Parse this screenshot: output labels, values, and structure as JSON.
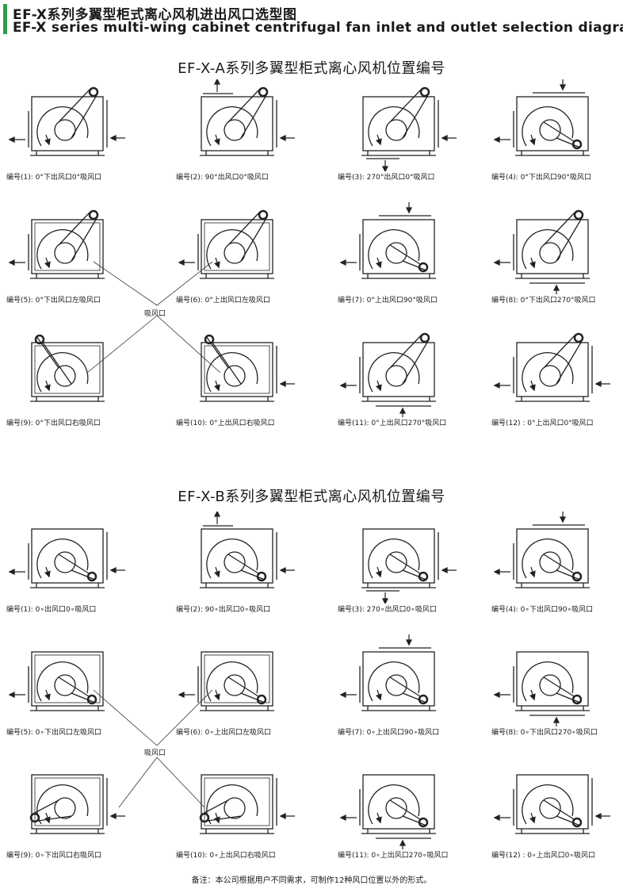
{
  "title_cn": "EF-X系列多翼型柜式离心风机进出风口选型图",
  "title_en": "EF-X series multi-wing cabinet centrifugal fan inlet and outlet selection diagram",
  "accent_color": "#2e9e4a",
  "sections": [
    {
      "title": "EF-X-A系列多翼型柜式离心风机位置编号",
      "suction_label": "吸风口",
      "cells": [
        {
          "caption": "编号(1): 0°下出风口0°吸风口",
          "outlet": "left",
          "inlet": "right",
          "pulley": "top-right",
          "tall": false
        },
        {
          "caption": "编号(2): 90°出风口0°吸风口",
          "outlet": "top",
          "inlet": "right",
          "pulley": "top-right",
          "tall": false
        },
        {
          "caption": "编号(3): 270°出风口0°吸风口",
          "outlet": "bottom",
          "inlet": "right",
          "pulley": "top-right",
          "tall": false
        },
        {
          "caption": "编号(4): 0°下出风口90°吸风口",
          "outlet": "left",
          "inlet": "top",
          "pulley": "bottom-right",
          "tall": false
        },
        {
          "caption": "编号(5): 0°下出风口左吸风口",
          "outlet": "left",
          "inlet": "none",
          "pulley": "top-right",
          "tall": true
        },
        {
          "caption": "编号(6): 0°上出风口左吸风口",
          "outlet": "left",
          "inlet": "none",
          "pulley": "top-right",
          "tall": true
        },
        {
          "caption": "编号(7): 0°上出风口90°吸风口",
          "outlet": "left",
          "inlet": "top",
          "pulley": "bottom-right",
          "tall": false
        },
        {
          "caption": "编号(8): 0°下出风口270°吸风口",
          "outlet": "left",
          "inlet": "bottom",
          "pulley": "top-right",
          "tall": false
        },
        {
          "caption": "编号(9): 0°下出风口右吸风口",
          "outlet": "none",
          "inlet": "none",
          "pulley": "top-left",
          "tall": true
        },
        {
          "caption": "编号(10): 0°上出风口右吸风口",
          "outlet": "none",
          "inlet": "right",
          "pulley": "top-left",
          "tall": true
        },
        {
          "caption": "编号(11): 0°上出风口270°吸风口",
          "outlet": "left",
          "inlet": "bottom",
          "pulley": "top-right",
          "tall": false
        },
        {
          "caption": "编号(12) : 0°上出风口0°吸风口",
          "outlet": "left",
          "inlet": "right",
          "pulley": "top-right",
          "tall": false
        }
      ]
    },
    {
      "title": "EF-X-B系列多翼型柜式离心风机位置编号",
      "suction_label": "吸风口",
      "cells": [
        {
          "caption": "编号(1): 0∘出风口0∘吸风口",
          "outlet": "left",
          "inlet": "right",
          "pulley": "bottom-right",
          "tall": false
        },
        {
          "caption": "编号(2): 90∘出风口0∘吸风口",
          "outlet": "top",
          "inlet": "right",
          "pulley": "bottom-right",
          "tall": false
        },
        {
          "caption": "编号(3): 270∘出风口0∘吸风口",
          "outlet": "bottom",
          "inlet": "right",
          "pulley": "bottom-right",
          "tall": false
        },
        {
          "caption": "编号(4): 0∘下出风口90∘吸风口",
          "outlet": "left",
          "inlet": "top",
          "pulley": "bottom-right",
          "tall": false
        },
        {
          "caption": "编号(5): 0∘下出风口左吸风口",
          "outlet": "left",
          "inlet": "none",
          "pulley": "bottom-right",
          "tall": true
        },
        {
          "caption": "编号(6): 0∘上出风口左吸风口",
          "outlet": "left",
          "inlet": "none",
          "pulley": "bottom-right",
          "tall": true
        },
        {
          "caption": "编号(7): 0∘上出风口90∘吸风口",
          "outlet": "left",
          "inlet": "top",
          "pulley": "bottom-right",
          "tall": false
        },
        {
          "caption": "编号(8): 0∘下出风口270∘吸风口",
          "outlet": "left",
          "inlet": "bottom",
          "pulley": "bottom-right",
          "tall": false
        },
        {
          "caption": "编号(9): 0∘下出风口右吸风口",
          "outlet": "none",
          "inlet": "right",
          "pulley": "bottom-left",
          "tall": true
        },
        {
          "caption": "编号(10): 0∘上出风口右吸风口",
          "outlet": "none",
          "inlet": "right",
          "pulley": "bottom-left",
          "tall": true
        },
        {
          "caption": "编号(11): 0∘上出风口270∘吸风口",
          "outlet": "left",
          "inlet": "bottom",
          "pulley": "bottom-right",
          "tall": false
        },
        {
          "caption": "编号(12) : 0∘上出风口0∘吸风口",
          "outlet": "left",
          "inlet": "right",
          "pulley": "bottom-right",
          "tall": false
        }
      ]
    }
  ],
  "footnote": "备注：本公司根据用户不同需求，可制作12种风口位置以外的形式。"
}
